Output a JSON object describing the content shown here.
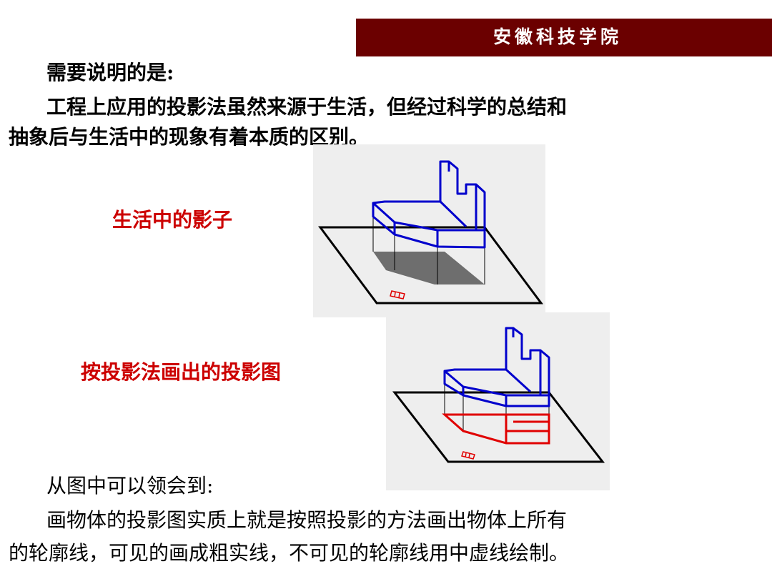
{
  "header": {
    "institution": "安徽科技学院"
  },
  "intro": {
    "heading": "需要说明的是:",
    "line1": "工程上应用的投影法虽然来源于生活，但经过科学的总结和",
    "line2": "抽象后与生活中的现象有着本质的区别。"
  },
  "figures": {
    "shadow_label": "生活中的影子",
    "projection_label": "按投影法画出的投影图"
  },
  "conclusion": {
    "heading": "从图中可以领会到:",
    "line1": "画物体的投影图实质上就是按照投影的方法画出物体上所有",
    "line2": "的轮廓线，可见的画成粗实线，不可见的轮廓线用中虚线绘制。"
  },
  "colors": {
    "banner": "#6b0000",
    "label": "#cc0000",
    "object_outline": "#0000cc",
    "projection": "#e00000",
    "shadow": "#6e6e6e"
  }
}
